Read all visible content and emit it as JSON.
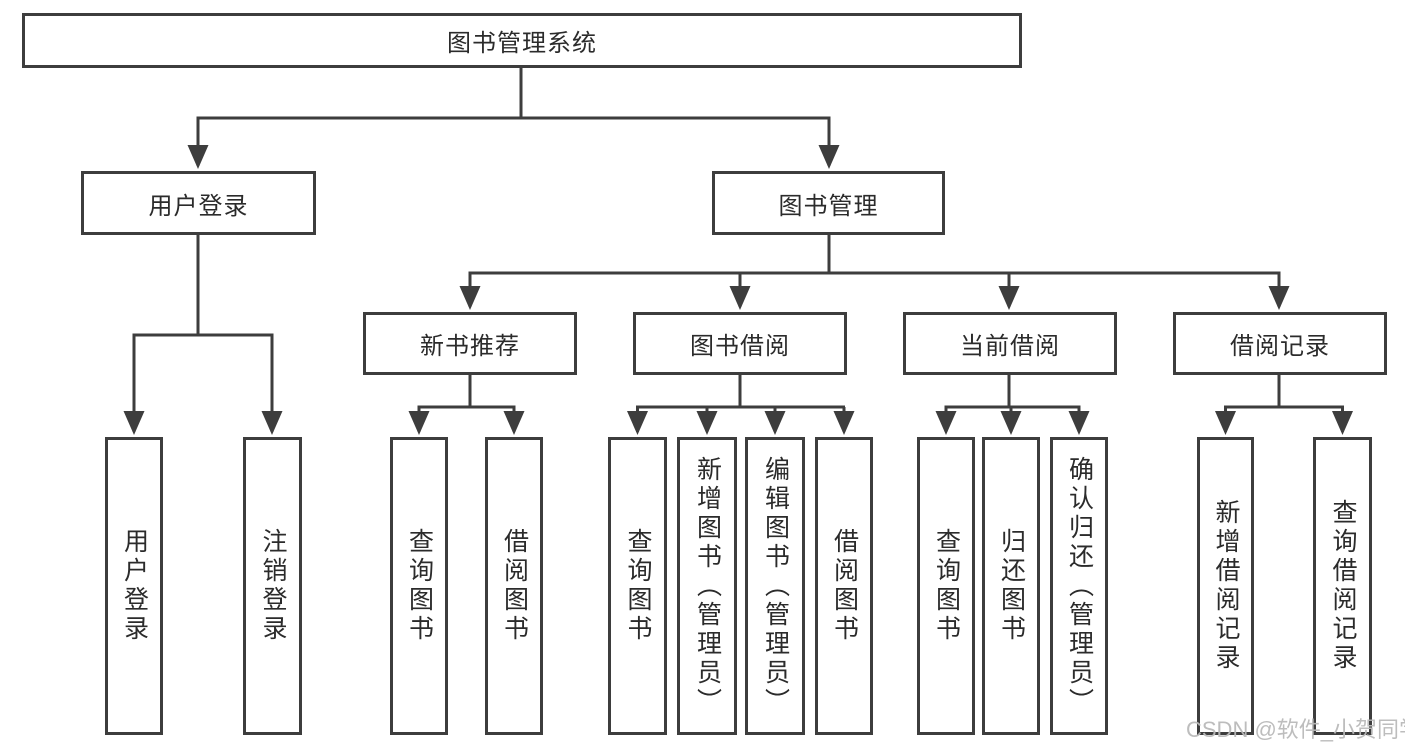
{
  "diagram": {
    "title": "图书管理系统",
    "type": "tree-structure-diagram",
    "colors": {
      "line": "#3d3d3d",
      "box_border": "#3d3d3d",
      "box_fill": "#ffffff",
      "text": "#2b2b2b",
      "watermark": "#b9b9b9"
    }
  },
  "root": {
    "label": "图书管理系统"
  },
  "level2": [
    {
      "label": "用户登录"
    },
    {
      "label": "图书管理"
    }
  ],
  "level3": [
    {
      "label": "新书推荐"
    },
    {
      "label": "图书借阅"
    },
    {
      "label": "当前借阅"
    },
    {
      "label": "借阅记录"
    }
  ],
  "leaves": [
    {
      "label": "用户登录"
    },
    {
      "label": "注销登录"
    },
    {
      "label": "查询图书"
    },
    {
      "label": "借阅图书"
    },
    {
      "label": "查询图书"
    },
    {
      "label": "新增图书（管理员）"
    },
    {
      "label": "编辑图书（管理员）"
    },
    {
      "label": "借阅图书"
    },
    {
      "label": "查询图书"
    },
    {
      "label": "归还图书"
    },
    {
      "label": "确认归还（管理员）"
    },
    {
      "label": "新增借阅记录"
    },
    {
      "label": "查询借阅记录"
    }
  ],
  "hierarchy": {
    "图书管理系统": [
      "用户登录",
      "图书管理"
    ],
    "用户登录": [
      "用户登录",
      "注销登录"
    ],
    "图书管理": [
      "新书推荐",
      "图书借阅",
      "当前借阅",
      "借阅记录"
    ],
    "新书推荐": [
      "查询图书",
      "借阅图书"
    ],
    "图书借阅": [
      "查询图书",
      "新增图书（管理员）",
      "编辑图书（管理员）",
      "借阅图书"
    ],
    "当前借阅": [
      "查询图书",
      "归还图书",
      "确认归还（管理员）"
    ],
    "借阅记录": [
      "新增借阅记录",
      "查询借阅记录"
    ]
  },
  "watermark": {
    "text": "CSDN @软件_小贺同学"
  }
}
